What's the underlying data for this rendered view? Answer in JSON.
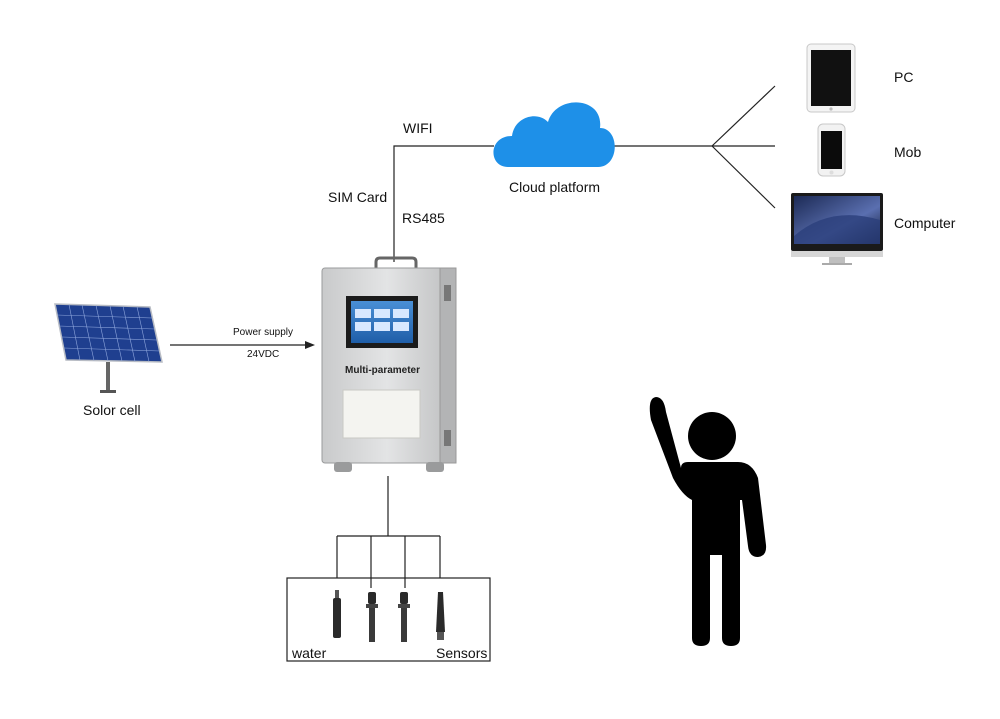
{
  "labels": {
    "wifi": "WIFI",
    "sim_card": "SIM Card",
    "rs485": "RS485",
    "cloud_platform": "Cloud platform",
    "pc": "PC",
    "mob": "Mob",
    "computer": "Computer",
    "power_supply": "Power supply",
    "voltage": "24VDC",
    "solar_cell": "Solor cell",
    "device_name": "Multi-parameter",
    "water": "water",
    "sensors": "Sensors"
  },
  "colors": {
    "cloud": "#1e90e8",
    "line": "#222222",
    "enclosure": "#d9dadb",
    "solar_panel": "#1f3f8f",
    "person": "#000000"
  },
  "icons": [
    "cloud-icon",
    "tablet-icon",
    "phone-icon",
    "monitor-icon",
    "solar-panel-icon",
    "person-icon",
    "sensor-probe-icon"
  ]
}
